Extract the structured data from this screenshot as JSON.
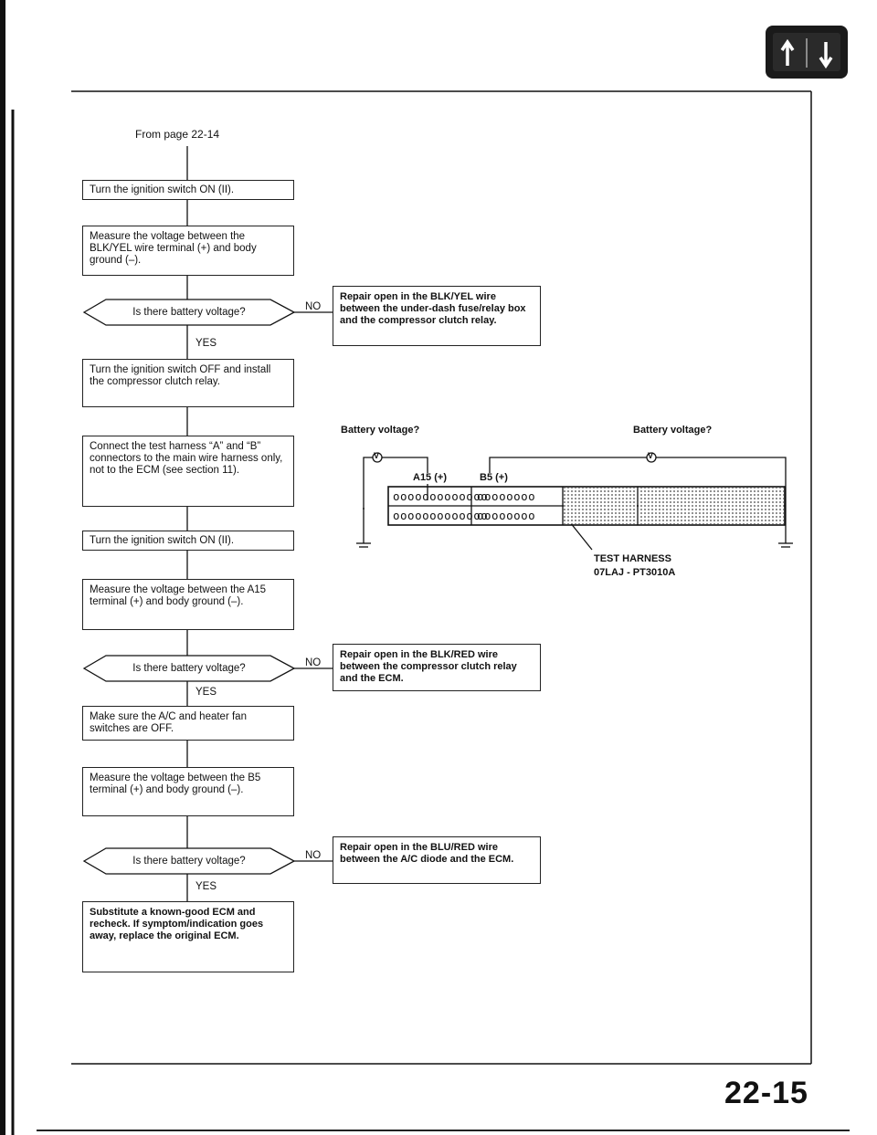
{
  "header": {
    "from_page": "From page 22-14"
  },
  "steps": {
    "s1": "Turn the ignition switch ON (II).",
    "s2": "Measure the voltage between the BLK/YEL wire terminal (+) and body ground (–).",
    "s3": "Turn the ignition switch OFF and install the compressor clutch relay.",
    "s4": "Connect the test harness “A” and “B” connectors to the main wire harness only, not to the ECM (see section 11).",
    "s5": "Turn the ignition switch ON (II).",
    "s6": "Measure the voltage between the A15 terminal (+) and body ground (–).",
    "s7": "Make sure the A/C and heater fan switches are OFF.",
    "s8": "Measure the voltage between the B5 terminal (+) and body ground (–).",
    "s9": "Substitute a known-good ECM and recheck. If symptom/indication goes away, replace the original ECM."
  },
  "decisions": {
    "d1": "Is there battery voltage?",
    "d2": "Is there battery voltage?",
    "d3": "Is there battery voltage?"
  },
  "repairs": {
    "r1": "Repair open in the BLK/YEL wire between the under-dash fuse/relay box and the compressor clutch relay.",
    "r2": "Repair open in the BLK/RED wire between the compressor clutch relay and the ECM.",
    "r3": "Repair open in the BLU/RED wire between the A/C diode and the ECM."
  },
  "flow_labels": {
    "no": "NO",
    "yes": "YES"
  },
  "connector": {
    "battery_voltage_left": "Battery voltage?",
    "battery_voltage_right": "Battery voltage?",
    "meter_symbol": "V",
    "a15": "A15 (+)",
    "b5": "B5 (+)",
    "row_a1": "ooooooooooooo",
    "row_a2": "ooooooooooooo",
    "row_b1": "oooooooo",
    "row_b2": "oooooooo",
    "harness_name": "TEST HARNESS",
    "harness_part": "07LAJ - PT3010A"
  },
  "footer": {
    "page_number": "22-15"
  }
}
